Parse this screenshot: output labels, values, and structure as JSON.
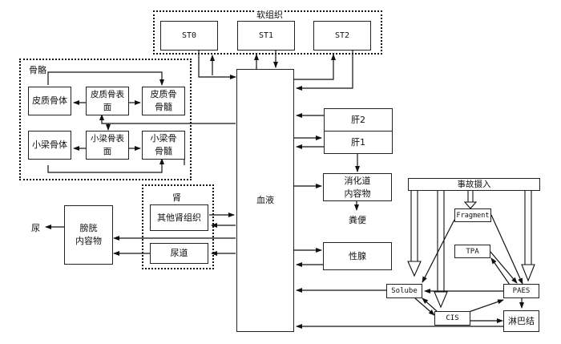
{
  "groups": {
    "soft_tissue": {
      "label": "软组织"
    },
    "skeleton": {
      "label": "骨骼"
    },
    "kidney": {
      "label": "肾"
    }
  },
  "nodes": {
    "st0": "ST0",
    "st1": "ST1",
    "st2": "ST2",
    "cortical_volume": "皮质骨体",
    "cortical_surface": "皮质骨表面",
    "cortical_marrow": "皮质骨\n骨髓",
    "trabecular_volume": "小梁骨体",
    "trabecular_surface": "小梁骨表面",
    "trabecular_marrow": "小梁骨\n骨髓",
    "blood": "血液",
    "liver2": "肝2",
    "liver1": "肝1",
    "gi_contents": "消化道\n内容物",
    "feces": "粪便",
    "gonads": "性腺",
    "other_kidney": "其他肾组织",
    "urethra": "尿道",
    "bladder": "膀胱\n内容物",
    "urine": "尿",
    "accidental_intake": "事故摄入",
    "fragment": "Fragment",
    "tpa": "TPA",
    "solube": "Solube",
    "paes": "PAES",
    "cis": "CIS",
    "lymph": "淋巴结"
  }
}
